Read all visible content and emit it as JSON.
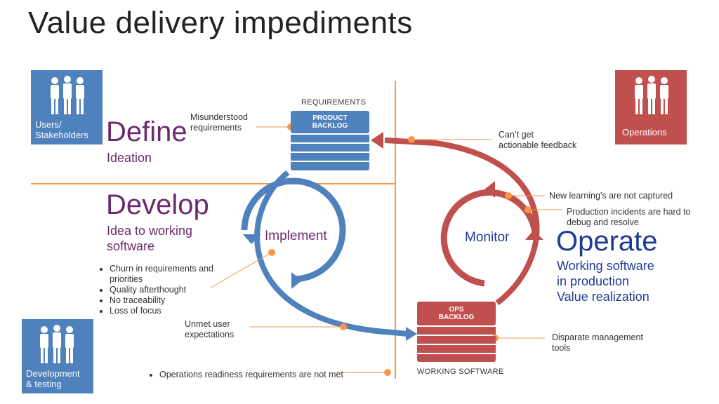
{
  "title": "Value delivery impediments",
  "tiles": {
    "users": "Users/\nStakeholders",
    "operations": "Operations",
    "dev": "Development\n& testing"
  },
  "stages": {
    "define": {
      "title": "Define",
      "sub": "Ideation"
    },
    "develop": {
      "title": "Develop",
      "sub": "Idea to working\nsoftware"
    },
    "operate": {
      "title": "Operate",
      "sub1": "Working software\nin production",
      "sub2": "Value realization"
    }
  },
  "cycles": {
    "implement": "Implement",
    "monitor": "Monitor"
  },
  "backlogs": {
    "product": {
      "caption": "REQUIREMENTS",
      "title": "PRODUCT\nBACKLOG"
    },
    "ops": {
      "caption": "WORKING SOFTWARE",
      "title": "OPS\nBACKLOG"
    }
  },
  "callouts": {
    "misunderstood": "Misunderstood\nrequirements",
    "feedback": "Can’t get\nactionable feedback",
    "learning": "New learning's are not captured",
    "incidents": "Production incidents are hard  to\ndebug and resolve",
    "unmet": "Unmet user\nexpectations",
    "tools": "Disparate management\ntools"
  },
  "develop_bullets": [
    "Churn in requirements and priorities",
    "Quality afterthought",
    "No traceability",
    "Loss of focus"
  ],
  "ops_bullet": "Operations readiness requirements are not met",
  "colors": {
    "blue": "#4f81bd",
    "red": "#c0504d",
    "orange": "#f79646",
    "purple": "#6b2a6e",
    "navy": "#1f3a93"
  }
}
